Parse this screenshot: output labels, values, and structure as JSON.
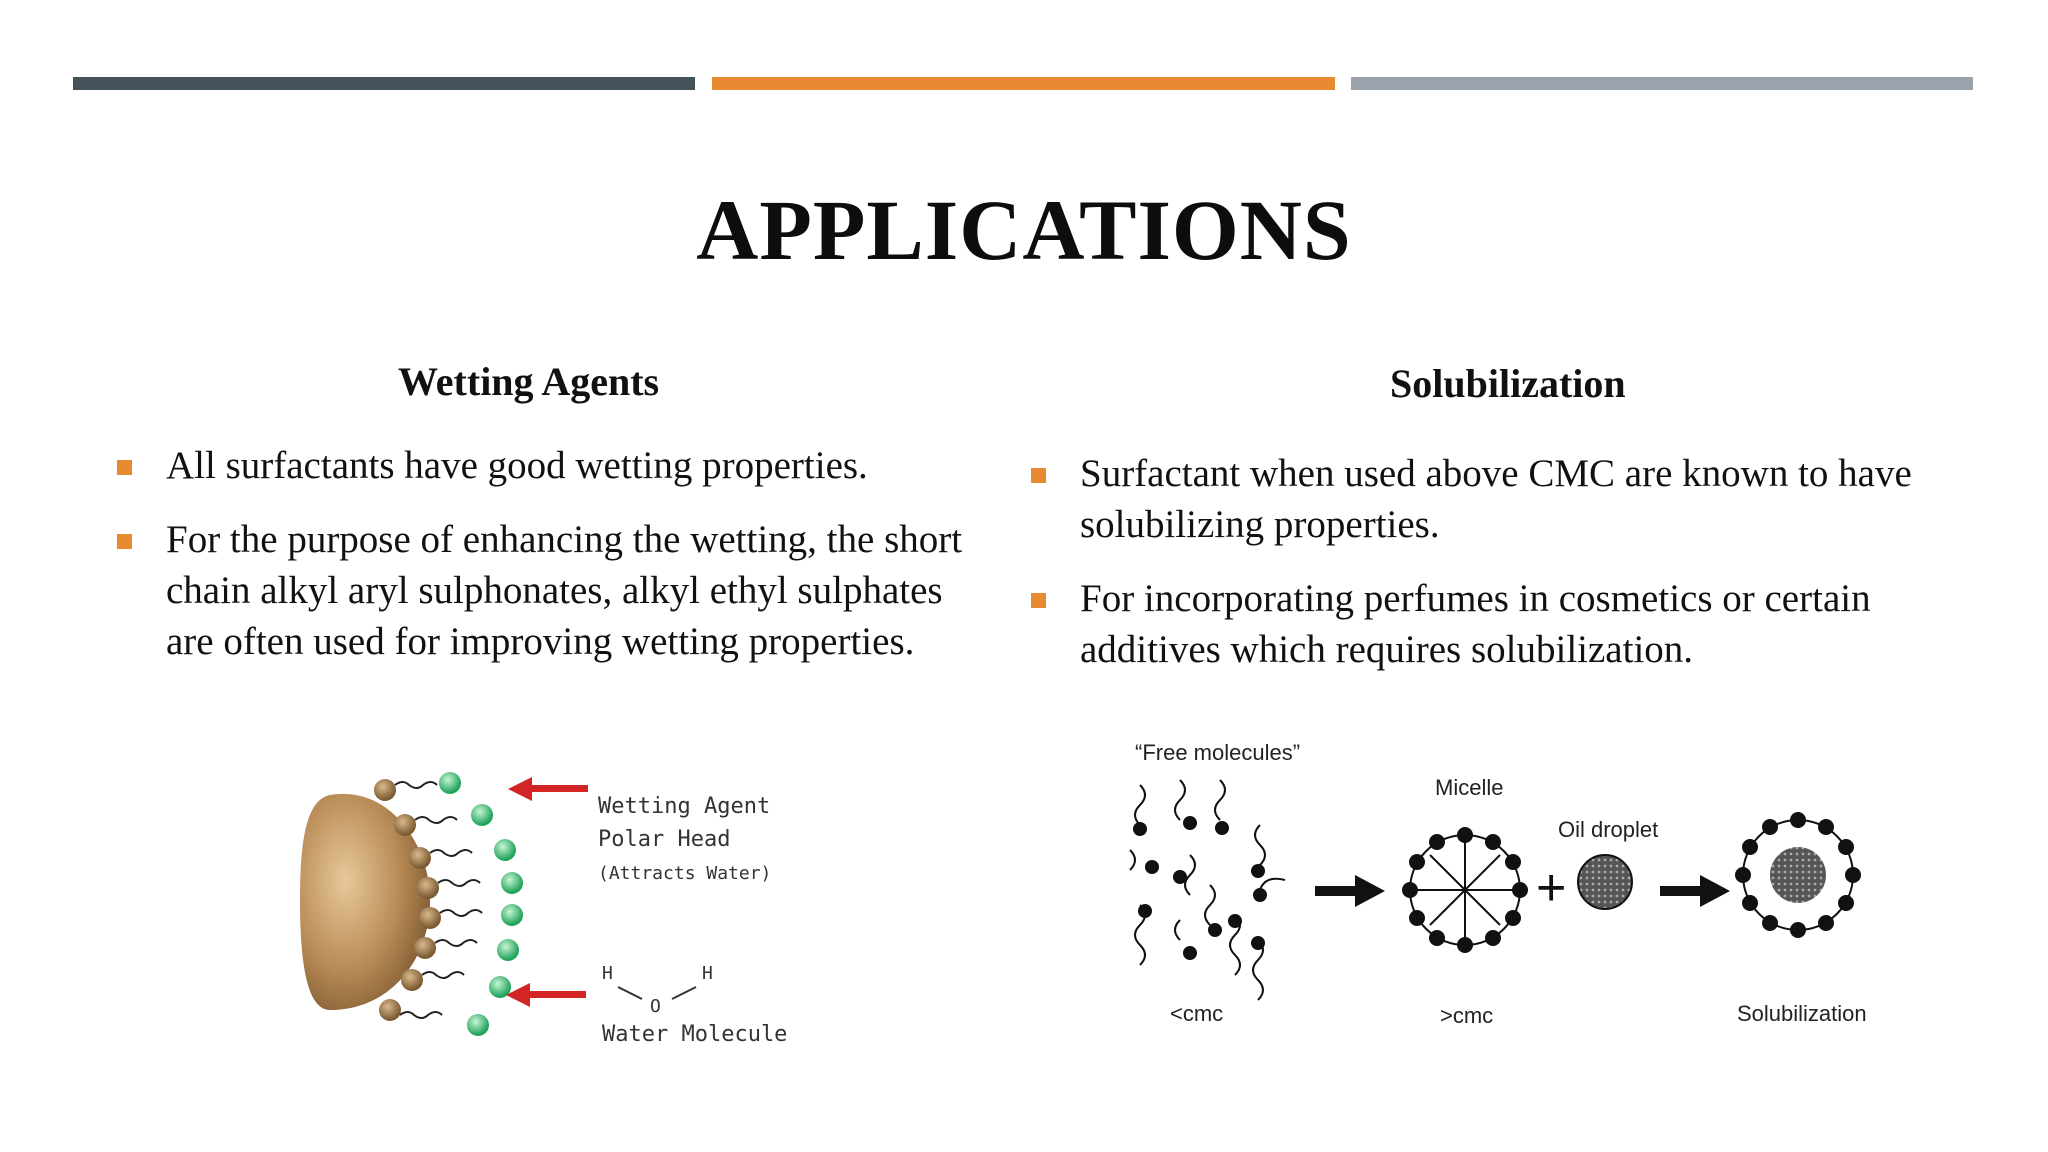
{
  "slide": {
    "title": "APPLICATIONS",
    "accent_colors": [
      "#44525c",
      "#e88a32",
      "#9aa3ad"
    ]
  },
  "left": {
    "heading": "Wetting Agents",
    "bullets": [
      "All surfactants have good wetting properties.",
      "For the purpose of enhancing the wetting, the short chain alkyl aryl sulphonates, alkyl ethyl sulphates are often used for improving wetting properties."
    ],
    "figure": {
      "label_agent": "Wetting Agent",
      "label_head": "Polar Head",
      "label_attracts": "(Attracts Water)",
      "label_h1": "H",
      "label_o": "O",
      "label_h2": "H",
      "label_water": "Water Molecule"
    }
  },
  "right": {
    "heading": "Solubilization",
    "bullets": [
      "Surfactant when used above CMC are known to have solubilizing properties.",
      "For incorporating perfumes in cosmetics or certain additives which requires solubilization."
    ],
    "figure": {
      "label_free": "“Free molecules”",
      "label_micelle": "Micelle",
      "label_oil": "Oil droplet",
      "label_plus": "+",
      "label_below_cmc": "<cmc",
      "label_above_cmc": ">cmc",
      "label_solubilization": "Solubilization"
    }
  }
}
